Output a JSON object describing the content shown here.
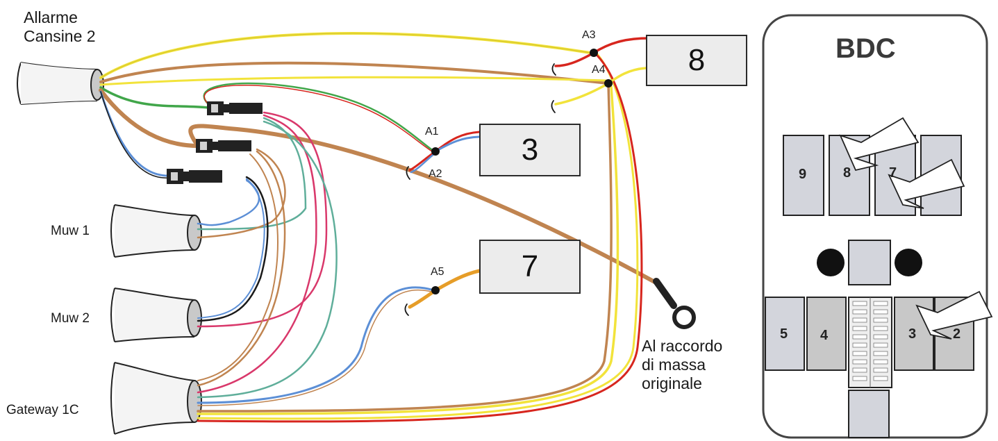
{
  "labels": {
    "allarme_line1": "Allarme",
    "allarme_line2": "Cansine 2",
    "muw1": "Muw 1",
    "muw2": "Muw 2",
    "gateway": "Gateway 1C",
    "massa_line1": "Al raccordo",
    "massa_line2": "di massa",
    "massa_line3": "originale"
  },
  "junctions": {
    "a1": "A1",
    "a2": "A2",
    "a3": "A3",
    "a4": "A4",
    "a5": "A5"
  },
  "boxes": {
    "box8": "8",
    "box3": "3",
    "box7": "7"
  },
  "bdc": {
    "title": "BDC",
    "fuses_top": [
      "9",
      "8",
      "7"
    ],
    "fuses_bottom": [
      "5",
      "4",
      "3",
      "2"
    ]
  },
  "colors": {
    "yellow": "#f2e33b",
    "red": "#d7261e",
    "brown": "#c08450",
    "green": "#41a64a",
    "blue": "#5c8fd6",
    "black": "#1a1a1a",
    "pink": "#d9386b",
    "orange": "#e69d28",
    "teal": "#5fae9a"
  }
}
